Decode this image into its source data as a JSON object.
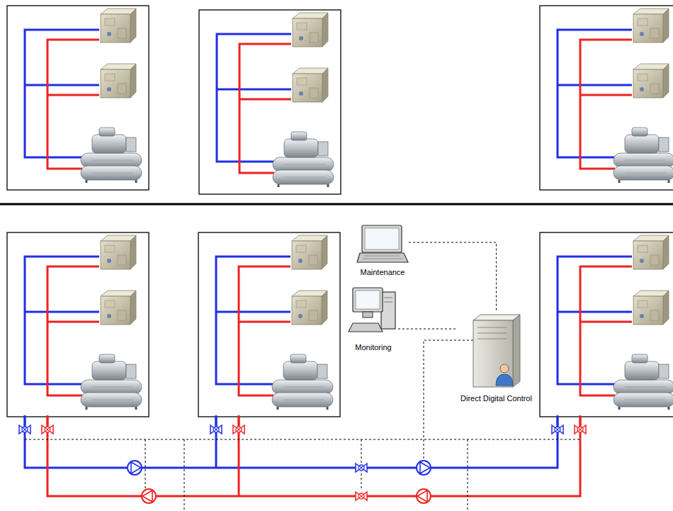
{
  "diagram": {
    "nodes": [
      {
        "text": [
          "Maintenance"
        ]
      },
      {
        "text": [
          "Monitoring"
        ]
      },
      {
        "text": [
          "Direct Digital Control"
        ]
      }
    ],
    "edges": [
      {
        "from": 0,
        "to": 2,
        "arrow": "none"
      },
      {
        "from": 1,
        "to": 2,
        "arrow": "none"
      }
    ]
  }
}
